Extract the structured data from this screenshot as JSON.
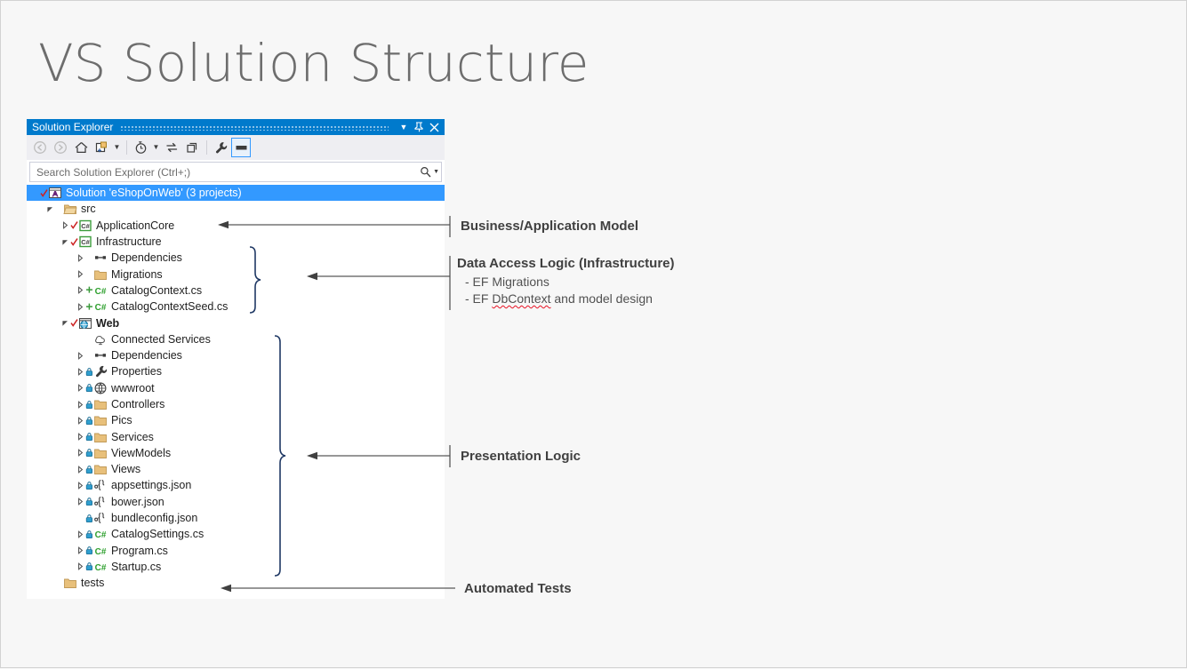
{
  "slide": {
    "title": "VS Solution Structure",
    "background": "#f7f7f7"
  },
  "solution_explorer": {
    "window_title": "Solution Explorer",
    "accent_color": "#007acc",
    "selection_color": "#3399ff",
    "titlebar_buttons": [
      {
        "name": "dropdown-icon",
        "glyph": "▾"
      },
      {
        "name": "pin-icon",
        "glyph": "⚲"
      },
      {
        "name": "close-icon",
        "glyph": "✕"
      }
    ],
    "toolbar": [
      {
        "name": "back-icon",
        "label": "Back",
        "enabled": false
      },
      {
        "name": "forward-icon",
        "label": "Forward",
        "enabled": false
      },
      {
        "name": "home-icon",
        "label": "Home",
        "enabled": true
      },
      {
        "name": "sync-with-active-document-icon",
        "label": "Sync with Active Document",
        "enabled": true
      },
      {
        "name": "sync-dropdown-icon",
        "label": "",
        "enabled": true
      },
      {
        "name": "pending-changes-icon",
        "label": "Pending Changes Filter",
        "enabled": true
      },
      {
        "name": "pending-changes-dropdown-icon",
        "label": "",
        "enabled": true
      },
      {
        "name": "refresh-icon",
        "label": "Refresh",
        "enabled": true
      },
      {
        "name": "collapse-all-icon",
        "label": "Collapse All",
        "enabled": true
      },
      {
        "name": "properties-icon",
        "label": "Properties",
        "enabled": true
      },
      {
        "name": "preview-selected-items-icon",
        "label": "Preview Selected Items",
        "enabled": true,
        "active": true
      }
    ],
    "search": {
      "placeholder": "Search Solution Explorer (Ctrl+;)",
      "value": "",
      "icon": "search-icon",
      "dropdown_icon": "chevron-down-icon"
    },
    "tree": [
      {
        "indent": 0,
        "expander": "none",
        "status": "check",
        "icon": "solution-icon",
        "label": "Solution 'eShopOnWeb' (3 projects)",
        "bold": false,
        "selected": true
      },
      {
        "indent": 1,
        "expander": "expanded",
        "status": "none",
        "icon": "folder-open-icon",
        "label": "src",
        "bold": false,
        "selected": false
      },
      {
        "indent": 2,
        "expander": "collapsed",
        "status": "check",
        "icon": "csharp-project-icon",
        "label": "ApplicationCore",
        "bold": false,
        "selected": false
      },
      {
        "indent": 2,
        "expander": "expanded",
        "status": "check",
        "icon": "csharp-project-icon",
        "label": "Infrastructure",
        "bold": false,
        "selected": false
      },
      {
        "indent": 3,
        "expander": "collapsed",
        "status": "none",
        "icon": "dependencies-icon",
        "label": "Dependencies",
        "bold": false,
        "selected": false
      },
      {
        "indent": 3,
        "expander": "collapsed",
        "status": "none",
        "icon": "folder-icon",
        "label": "Migrations",
        "bold": false,
        "selected": false
      },
      {
        "indent": 3,
        "expander": "collapsed",
        "status": "plus",
        "icon": "csharp-file-icon",
        "label": "CatalogContext.cs",
        "bold": false,
        "selected": false
      },
      {
        "indent": 3,
        "expander": "collapsed",
        "status": "plus",
        "icon": "csharp-file-icon",
        "label": "CatalogContextSeed.cs",
        "bold": false,
        "selected": false
      },
      {
        "indent": 2,
        "expander": "expanded",
        "status": "check",
        "icon": "web-project-icon",
        "label": "Web",
        "bold": true,
        "selected": false
      },
      {
        "indent": 3,
        "expander": "none",
        "status": "none",
        "icon": "connected-services-icon",
        "label": "Connected Services",
        "bold": false,
        "selected": false
      },
      {
        "indent": 3,
        "expander": "collapsed",
        "status": "none",
        "icon": "dependencies-icon",
        "label": "Dependencies",
        "bold": false,
        "selected": false
      },
      {
        "indent": 3,
        "expander": "collapsed",
        "status": "lock",
        "icon": "wrench-icon",
        "label": "Properties",
        "bold": false,
        "selected": false
      },
      {
        "indent": 3,
        "expander": "collapsed",
        "status": "lock",
        "icon": "globe-icon",
        "label": "wwwroot",
        "bold": false,
        "selected": false
      },
      {
        "indent": 3,
        "expander": "collapsed",
        "status": "lock",
        "icon": "folder-icon",
        "label": "Controllers",
        "bold": false,
        "selected": false
      },
      {
        "indent": 3,
        "expander": "collapsed",
        "status": "lock",
        "icon": "folder-icon",
        "label": "Pics",
        "bold": false,
        "selected": false
      },
      {
        "indent": 3,
        "expander": "collapsed",
        "status": "lock",
        "icon": "folder-icon",
        "label": "Services",
        "bold": false,
        "selected": false
      },
      {
        "indent": 3,
        "expander": "collapsed",
        "status": "lock",
        "icon": "folder-icon",
        "label": "ViewModels",
        "bold": false,
        "selected": false
      },
      {
        "indent": 3,
        "expander": "collapsed",
        "status": "lock",
        "icon": "folder-icon",
        "label": "Views",
        "bold": false,
        "selected": false
      },
      {
        "indent": 3,
        "expander": "collapsed",
        "status": "lock",
        "icon": "json-file-icon",
        "label": "appsettings.json",
        "bold": false,
        "selected": false
      },
      {
        "indent": 3,
        "expander": "collapsed",
        "status": "lock",
        "icon": "json-file-icon",
        "label": "bower.json",
        "bold": false,
        "selected": false
      },
      {
        "indent": 3,
        "expander": "none",
        "status": "lock",
        "icon": "json-file-icon",
        "label": "bundleconfig.json",
        "bold": false,
        "selected": false
      },
      {
        "indent": 3,
        "expander": "collapsed",
        "status": "lock",
        "icon": "csharp-file-icon",
        "label": "CatalogSettings.cs",
        "bold": false,
        "selected": false
      },
      {
        "indent": 3,
        "expander": "collapsed",
        "status": "lock",
        "icon": "csharp-file-icon",
        "label": "Program.cs",
        "bold": false,
        "selected": false
      },
      {
        "indent": 3,
        "expander": "collapsed",
        "status": "lock",
        "icon": "csharp-file-icon",
        "label": "Startup.cs",
        "bold": false,
        "selected": false
      },
      {
        "indent": 1,
        "expander": "none",
        "status": "none",
        "icon": "folder-icon",
        "label": "tests",
        "bold": false,
        "selected": false
      }
    ]
  },
  "annotations": {
    "brace_color": "#1f3864",
    "arrow_color": "#595959",
    "callouts": [
      {
        "name": "business-application-model",
        "heading": "Business/Application Model",
        "sublines": []
      },
      {
        "name": "data-access-logic",
        "heading": "Data Access Logic (Infrastructure)",
        "sublines": [
          {
            "text": "-  EF Migrations",
            "squiggle": ""
          },
          {
            "text": "-  EF ",
            "squiggle": "DbContext",
            "tail": " and model design"
          }
        ]
      },
      {
        "name": "presentation-logic",
        "heading": "Presentation Logic",
        "sublines": []
      },
      {
        "name": "automated-tests",
        "heading": "Automated Tests",
        "sublines": []
      }
    ]
  }
}
